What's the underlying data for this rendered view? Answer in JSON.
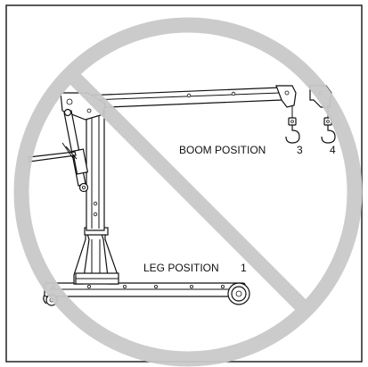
{
  "labels": {
    "boom_position": "BOOM POSITION",
    "boom_option_a": "3",
    "boom_option_b": "4",
    "leg_position": "LEG POSITION",
    "leg_option": "1"
  },
  "colors": {
    "prohibition_sign": "#c9c9c9",
    "line_art": "#111111",
    "frame_border": "#222222",
    "background": "#ffffff"
  },
  "icons": {
    "overlay": "prohibition-sign-icon"
  }
}
